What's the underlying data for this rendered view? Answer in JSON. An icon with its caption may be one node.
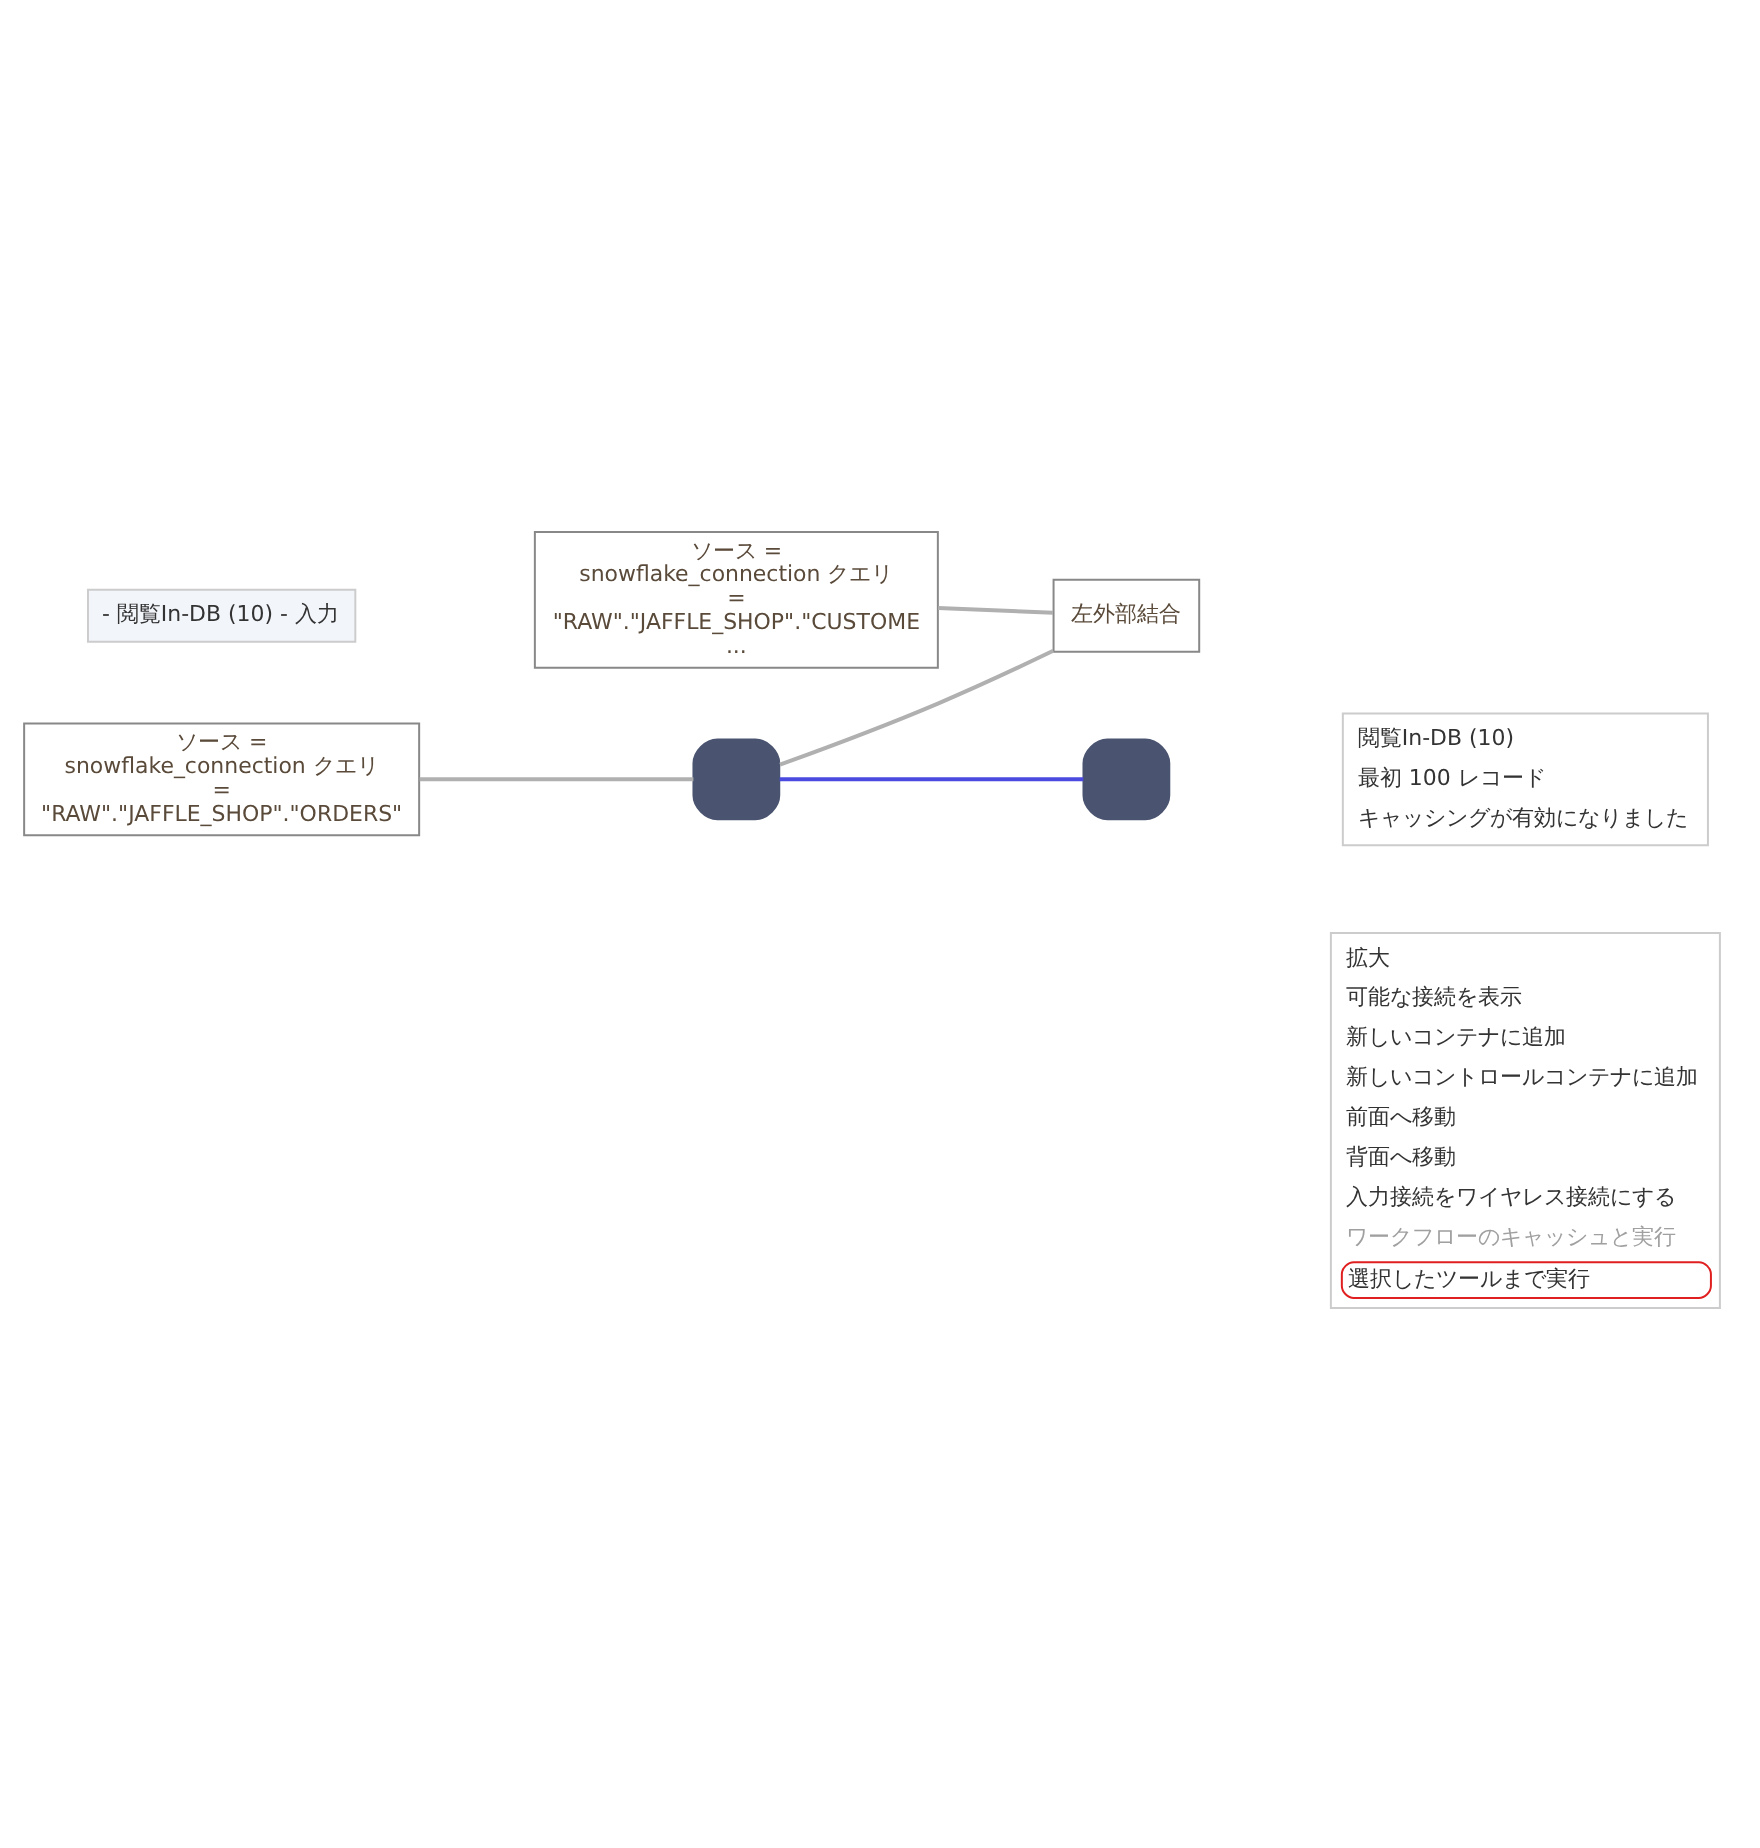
{
  "diagram": {
    "nodes": [
      {
        "text": [
          "ソース = snowflake_connection クエリ = \"RAW\".\"JAFFLE_SHOP\".\"CUSTOME ..."
        ]
      },
      {
        "text": [
          "左外部結合"
        ]
      },
      {
        "text": [
          "ソース = snowflake_connection クエリ = \"RAW\".\"JAFFLE_SHOP\".\"ORDERS\""
        ]
      },
      {
        "text": [],
        "shape": "box"
      },
      {
        "text": [],
        "shape": "box"
      }
    ],
    "edges": [
      {
        "from": 0,
        "to": 1,
        "arrow": "none"
      },
      {
        "from": 2,
        "to": 3,
        "arrow": "none"
      },
      {
        "from": 3,
        "to": 1,
        "arrow": "none"
      },
      {
        "from": 3,
        "to": 4,
        "arrow": "none",
        "color": "#4a4ae0"
      }
    ],
    "labels": [
      "閲覧In-DB (10)",
      "最初 100 レコード",
      "キャッシングが有効になりました",
      "拡大",
      "可能な接続を表示",
      "新しいコンテナに追加",
      "新しいコントロールコンテナに追加",
      "前面へ移動",
      "背面へ移動",
      "入力接続をワイヤレス接続にする",
      "ワークフローのキャッシュと実行",
      "選択したツールまで実行",
      "- 閲覧In-DB (10) - 入力"
    ]
  }
}
